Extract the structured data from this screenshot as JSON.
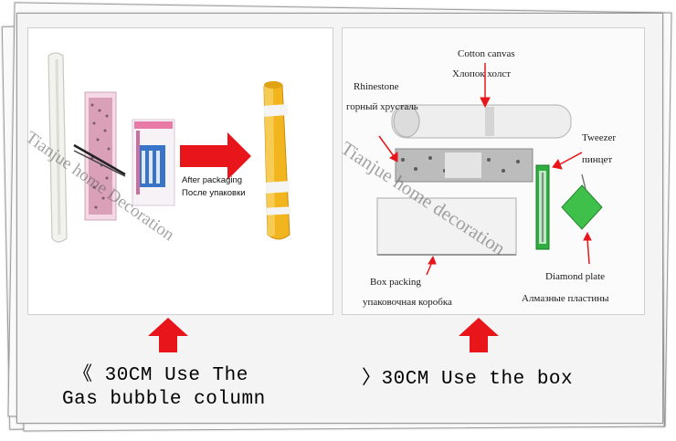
{
  "left_panel": {
    "after_packaging_en": "After packaging",
    "after_packaging_ru": "После упаковки"
  },
  "right_panel": {
    "cotton_canvas_en": "Cotton canvas",
    "cotton_canvas_ru": "Хлопок холст",
    "rhinestone_en": "Rhinestone",
    "rhinestone_ru": "горный хрусталь",
    "tweezer_en": "Tweezer",
    "tweezer_ru": "пинцет",
    "box_packing_en": "Box packing",
    "box_packing_ru": "упаковочная коробка",
    "diamond_plate_en": "Diamond plate",
    "diamond_plate_ru": "Алмазные пластины"
  },
  "watermarks": {
    "left": "Tianjue home Decoration",
    "right": "Tianjue home decoration"
  },
  "captions": {
    "left_line1": "《 30CM Use The",
    "left_line2": "Gas bubble column",
    "right": "〉30CM Use the box"
  },
  "colors": {
    "arrow_red": "#e8161b",
    "tape_yellow": "#f2b51d",
    "green_tool": "#2fae3f"
  }
}
